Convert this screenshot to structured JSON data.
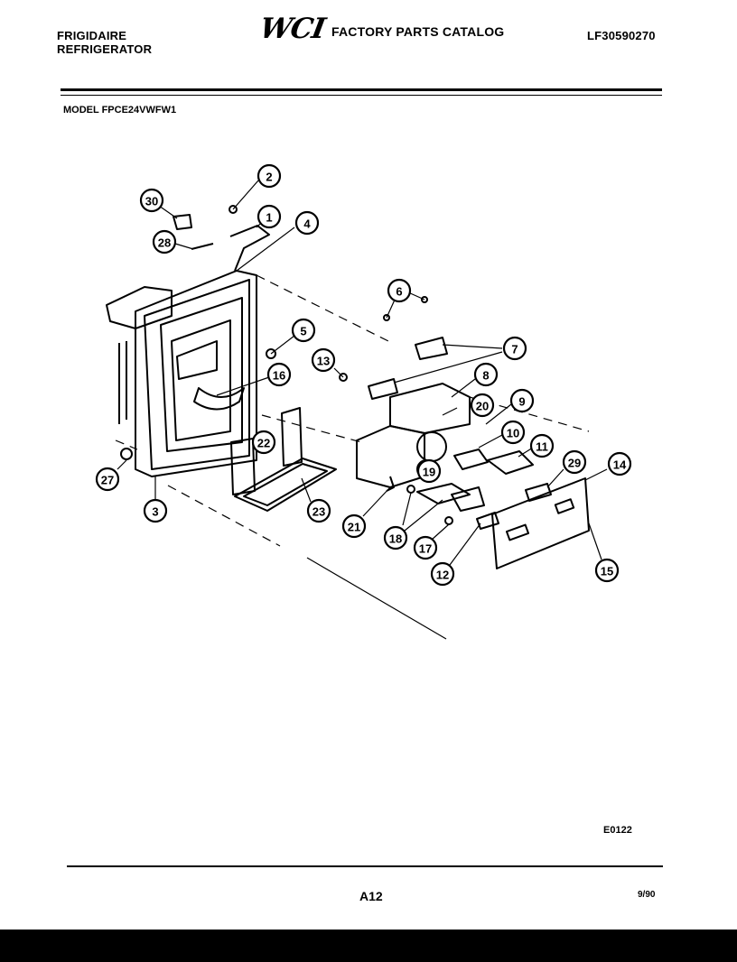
{
  "header": {
    "brand": "FRIGIDAIRE",
    "product": "REFRIGERATOR",
    "logo": "WCI",
    "catalog_title": "FACTORY PARTS CATALOG",
    "catalog_number": "LF30590270"
  },
  "model_label": "MODEL FPCE24VWFW1",
  "callouts": [
    "30",
    "28",
    "2",
    "1",
    "4",
    "5",
    "16",
    "6",
    "7",
    "13",
    "8",
    "20",
    "9",
    "10",
    "11",
    "19",
    "29",
    "14",
    "22",
    "27",
    "3",
    "23",
    "21",
    "18",
    "17",
    "12",
    "15"
  ],
  "footer": {
    "figure_ref": "E0122",
    "page": "A12",
    "date": "9/90"
  }
}
